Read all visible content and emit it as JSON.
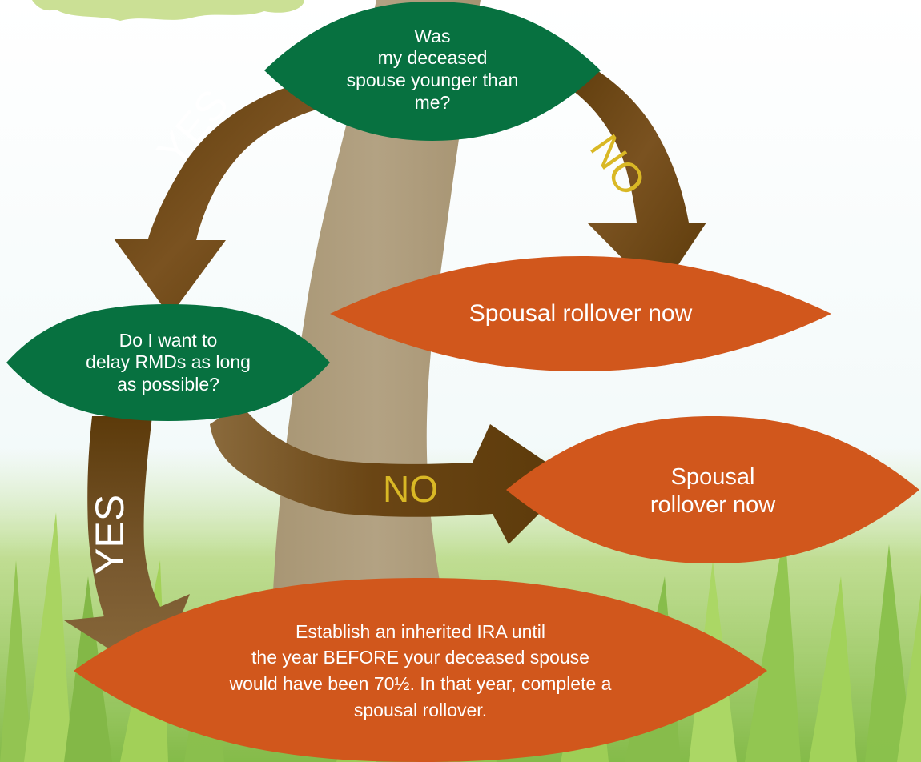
{
  "colors": {
    "sky_top": "#ffffff",
    "sky_bottom": "#e8f4f4",
    "grass_light": "#9ccc4a",
    "grass_dark": "#5a9a2e",
    "tree_trunk": "#ad9c7b",
    "foliage": "#c5dd8a",
    "question_node": "#077140",
    "outcome_node": "#d1571c",
    "arrow_light": "#8a6a3c",
    "arrow_dark": "#5c3a0a",
    "yes_label": "#ffffff",
    "no_label": "#d9b825"
  },
  "nodes": {
    "q1": {
      "text": "Was\nmy deceased\nspouse younger than\nme?"
    },
    "q2": {
      "text": "Do I want to\ndelay RMDs as long\nas possible?"
    },
    "o1": {
      "text": "Spousal rollover now"
    },
    "o2": {
      "text": "Spousal\nrollover now"
    },
    "o3": {
      "text": "Establish an inherited IRA until\nthe year BEFORE your deceased spouse\nwould have been 70½. In that year, complete a\nspousal rollover."
    }
  },
  "edges": {
    "q1_yes": "YES",
    "q1_no": "NO",
    "q2_no": "NO",
    "q2_yes": "YES"
  }
}
